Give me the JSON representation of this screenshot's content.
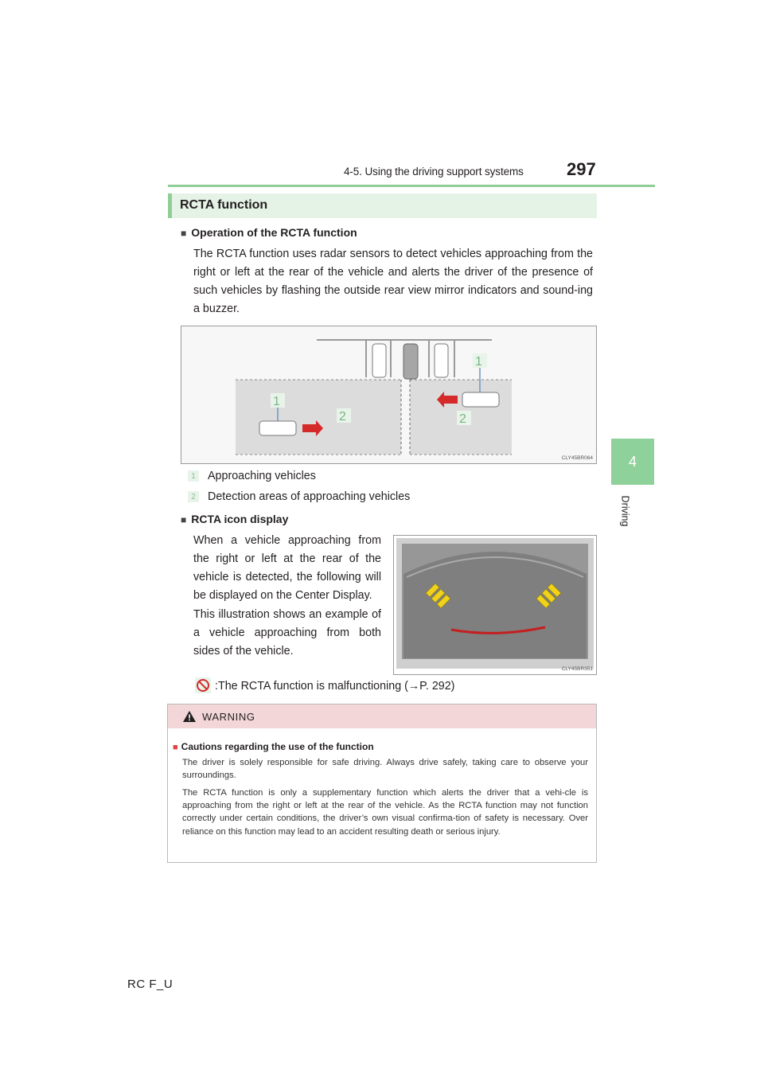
{
  "header": {
    "section": "4-5. Using the driving support systems",
    "page_number": "297"
  },
  "side_tab": {
    "number": "4",
    "label": "Driving"
  },
  "section": {
    "title": "RCTA function"
  },
  "operation": {
    "heading": "Operation of the RCTA function",
    "body": "The RCTA function uses radar sensors to detect vehicles approaching from the right or left at the rear of the vehicle and alerts the driver of the presence of such vehicles by flashing the outside rear view mirror indicators and sound-ing a buzzer."
  },
  "figure1": {
    "code": "CLY45BR064",
    "callout_1": "1",
    "callout_2": "2"
  },
  "legend": [
    {
      "num": "1",
      "text": "Approaching vehicles"
    },
    {
      "num": "2",
      "text": "Detection areas of approaching vehicles"
    }
  ],
  "icon_display": {
    "heading": "RCTA icon display",
    "body1": "When a vehicle approaching from the right or left at the rear of the vehicle is detected, the following will be displayed on the Center Display.",
    "body2": "This illustration shows an example of a vehicle approaching from both sides of the vehicle.",
    "malfunction": ":The RCTA function is malfunctioning (→P. 292)"
  },
  "figure2": {
    "code": "CLY45BR351"
  },
  "warning": {
    "title": "WARNING",
    "subheading": "Cautions regarding the use of the function",
    "para1": "The driver is solely responsible for safe driving. Always drive safely, taking care to observe your surroundings.",
    "para2": "The RCTA function is only a supplementary function which alerts the driver that a vehi-cle is approaching from the right or left at the rear of the vehicle. As the RCTA function may not function correctly under certain conditions, the driver’s own visual confirma-tion of safety is necessary. Over reliance on this function may lead to an accident resulting death or serious injury."
  },
  "footer": {
    "model": "RC F_U"
  },
  "colors": {
    "accent_green": "#8fcf96",
    "warning_pink": "#f2d6d8",
    "arrow_red": "#d42a2a",
    "icon_yellow": "#f0d21a"
  }
}
